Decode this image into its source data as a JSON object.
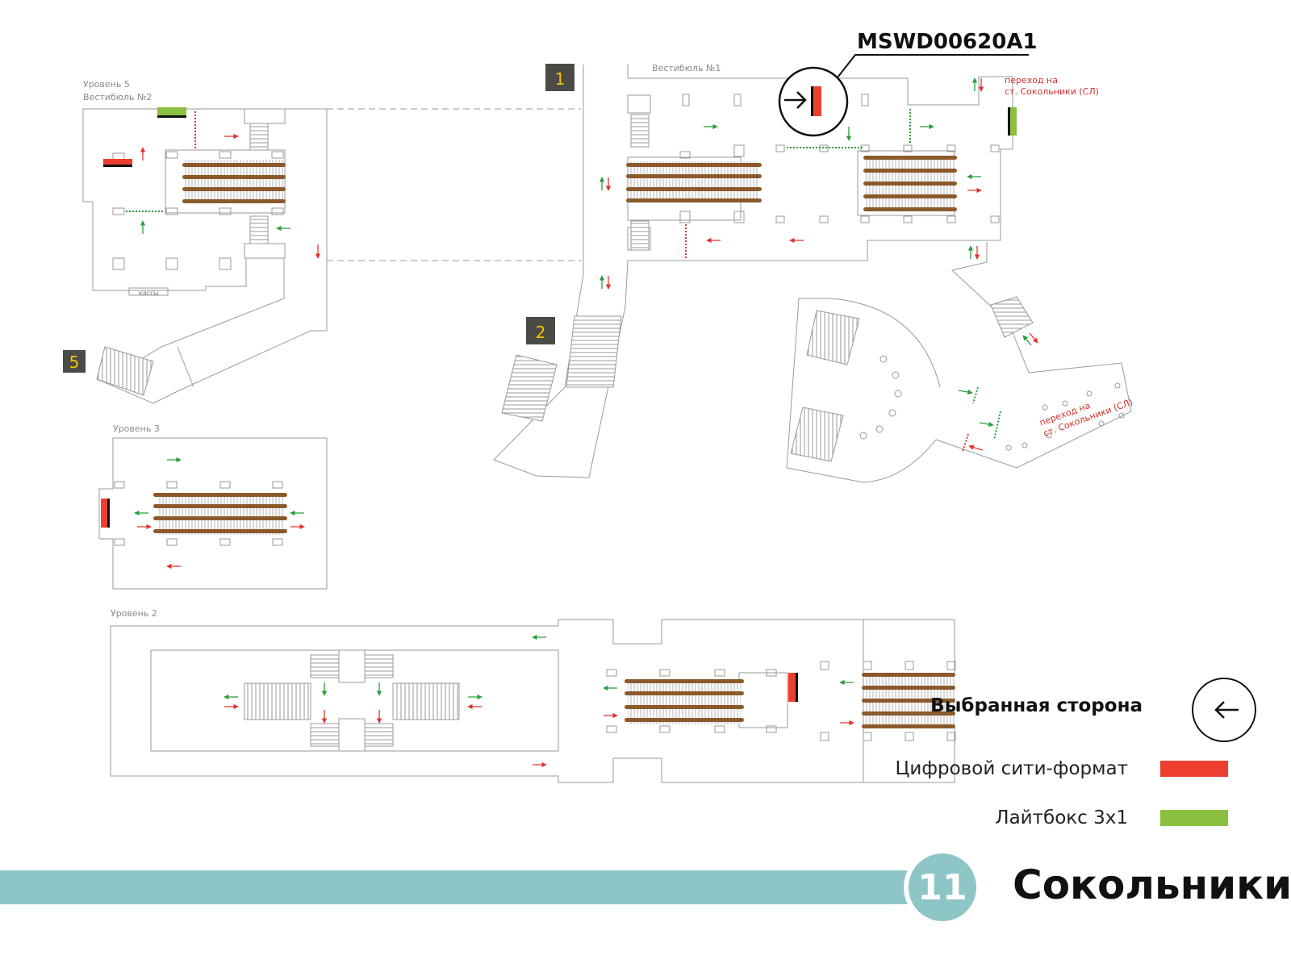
{
  "map": {
    "vestibule2": {
      "level": "Уровень 5",
      "name": "Вестибюль №2",
      "kassy": "кассы"
    },
    "vestibule1": {
      "name": "Вестибюль №1"
    },
    "level3": {
      "label": "Уровень 3"
    },
    "level2": {
      "label": "Уровень 2"
    },
    "transfer_top": {
      "line1": "переход на",
      "line2": "ст. Сокольники (СЛ)"
    },
    "transfer_bottom": {
      "line1": "переход на",
      "line2": "ст. Сокольники (СЛ)"
    },
    "entrances": [
      "1",
      "2",
      "5"
    ],
    "selected_code": "MSWD00620A1"
  },
  "legend": {
    "selected_side": "Выбранная сторона",
    "digital_city_format": "Цифровой сити-формат",
    "lightbox": "Лайтбокс 3х1",
    "selected_side_icon": "arrow-left-icon"
  },
  "footer": {
    "line_number": "11",
    "station": "Сокольники"
  },
  "colors": {
    "digital_city_format": "#ee3e2e",
    "lightbox": "#8bbf3f",
    "line_accent": "#8ec5c6",
    "escalator": "#8b5a2b",
    "entrance_badge": "#4a4a46",
    "entrance_number": "#f2c500",
    "arrow_green": "#2a9d3c",
    "arrow_red": "#e0332c"
  }
}
